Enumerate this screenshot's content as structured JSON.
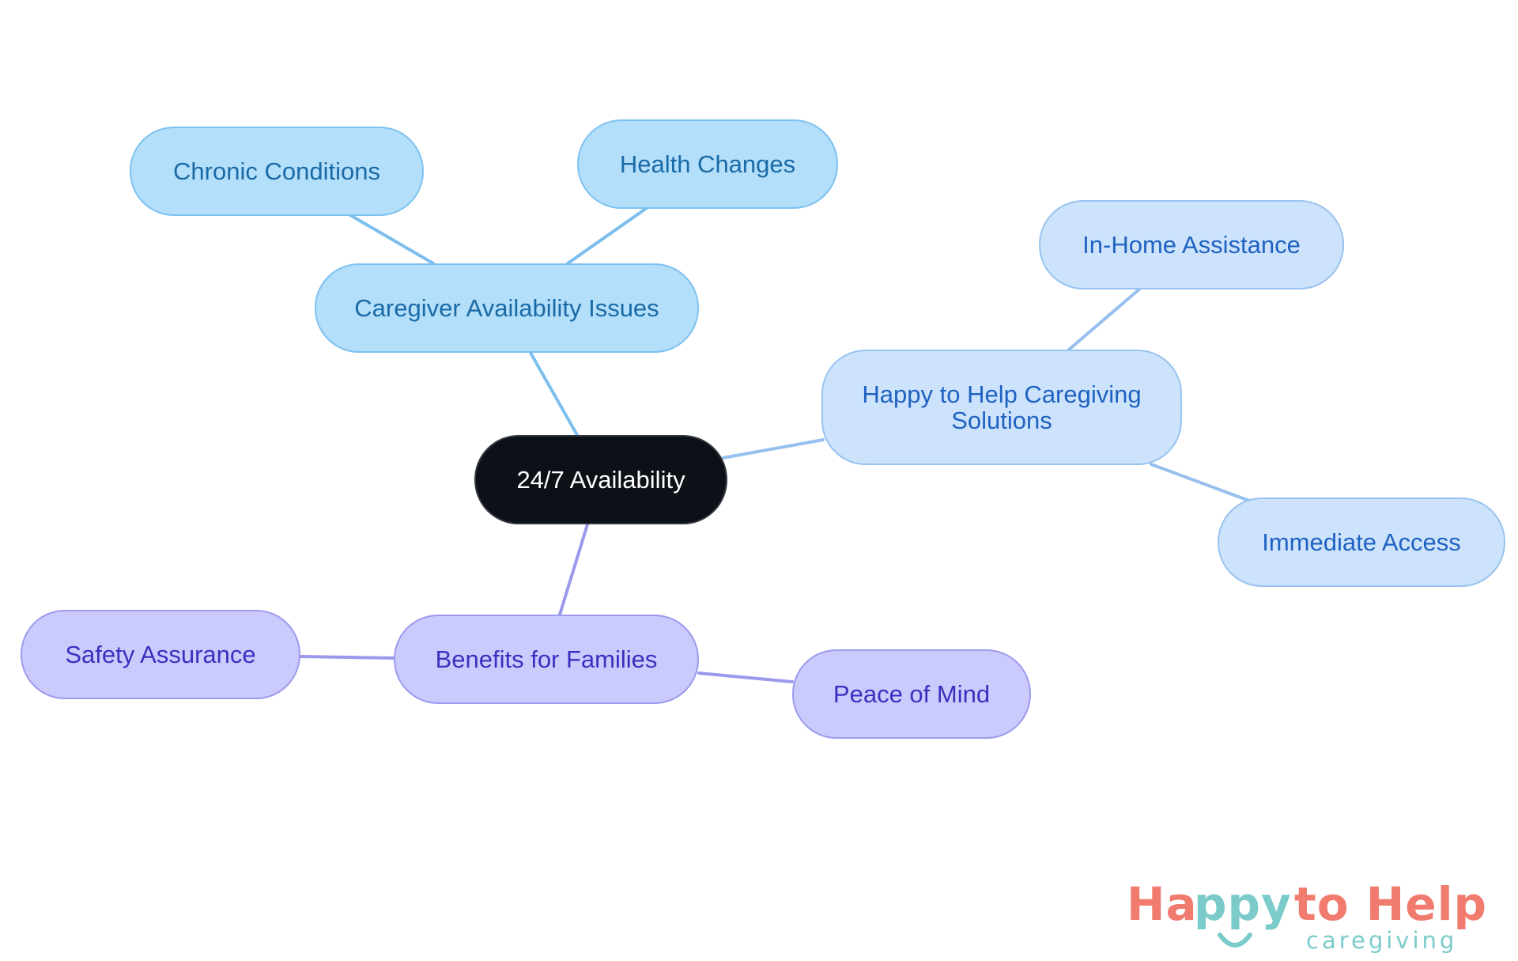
{
  "diagram": {
    "type": "mind-map",
    "root": {
      "id": "root",
      "label": "24/7 Availability",
      "fill": "#0c1017",
      "text_color": "#ffffff"
    },
    "branches": [
      {
        "id": "caregiver",
        "label": "Caregiver Availability Issues",
        "fill": "#b3dffb",
        "border": "#7ec2f0",
        "text_color": "#1a6aa6",
        "edge_color": "#7cbfef",
        "children": [
          {
            "id": "chronic",
            "label": "Chronic Conditions"
          },
          {
            "id": "health",
            "label": "Health Changes"
          }
        ]
      },
      {
        "id": "solutions",
        "label": "Happy to Help Caregiving Solutions",
        "fill": "#cde3fb",
        "border": "#98c3f0",
        "text_color": "#1f62c2",
        "edge_color": "#96c0ee",
        "children": [
          {
            "id": "inhome",
            "label": "In-Home Assistance"
          },
          {
            "id": "immediate",
            "label": "Immediate Access"
          }
        ]
      },
      {
        "id": "benefits",
        "label": "Benefits for Families",
        "fill": "#cbcafc",
        "border": "#9d9aef",
        "text_color": "#3b2fbf",
        "edge_color": "#9b99ec",
        "children": [
          {
            "id": "safety",
            "label": "Safety Assurance"
          },
          {
            "id": "peace",
            "label": "Peace of Mind"
          }
        ]
      }
    ]
  },
  "logo": {
    "part1": "Ha",
    "part2": "ppy",
    "part3": " to Help",
    "sub": "caregiving",
    "primary_color": "#f07b6e",
    "secondary_color": "#7ccbcb",
    "icon": "smile-icon"
  }
}
